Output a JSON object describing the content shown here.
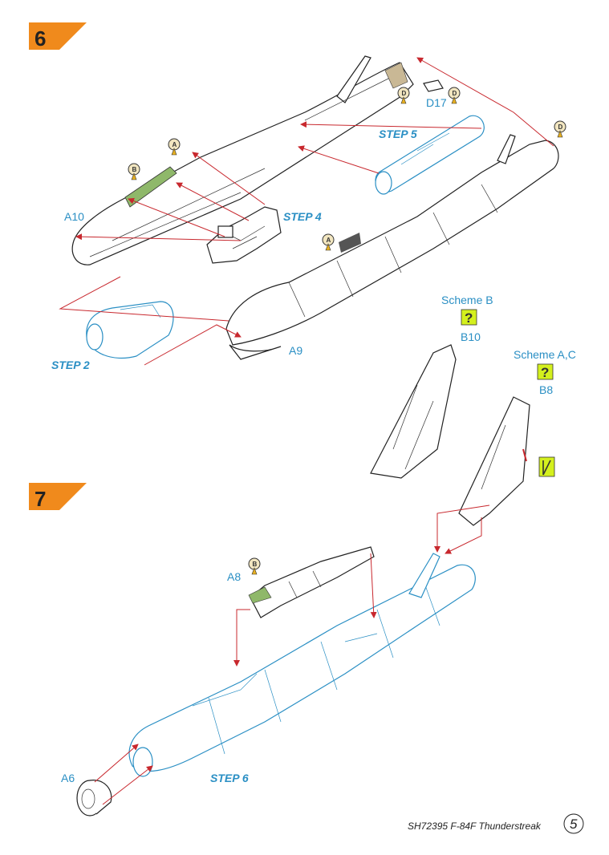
{
  "steps": [
    {
      "number": "6",
      "part_labels": [
        "A10",
        "A9",
        "D17"
      ],
      "step_refs": [
        "STEP 2",
        "STEP 4",
        "STEP 5"
      ],
      "paint_markers": [
        "A",
        "B",
        "A",
        "D",
        "D",
        "D"
      ],
      "options": [
        {
          "scheme": "Scheme B",
          "part": "B10"
        },
        {
          "scheme": "Scheme A,C",
          "part": "B8"
        }
      ]
    },
    {
      "number": "7",
      "part_labels": [
        "A8",
        "A6"
      ],
      "step_refs": [
        "STEP 6"
      ],
      "paint_markers": [
        "B"
      ]
    }
  ],
  "symbols": {
    "optional": "?"
  },
  "colors": {
    "accent": "#f08a1c",
    "label": "#2a8fc4",
    "arrow": "#c8282e",
    "highlight": "#d4f01e",
    "green_part": "#8fb86a"
  },
  "footer": {
    "text": "SH72395  F-84F Thunderstreak",
    "page": "5"
  }
}
